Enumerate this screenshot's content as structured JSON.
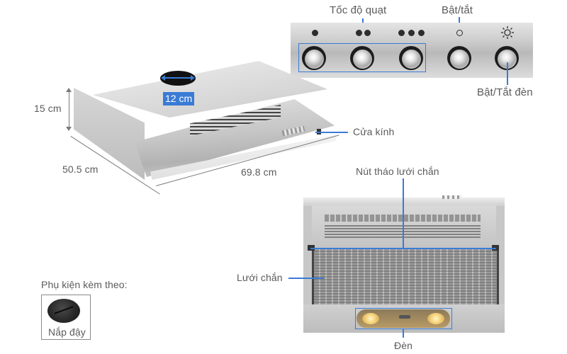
{
  "title": "Range hood dimension and parts diagram",
  "colors": {
    "callout_line": "#3a7bd5",
    "label_text": "#5b5b5b",
    "badge_bg": "#3a7bd5",
    "badge_text": "#ffffff"
  },
  "dimensions": {
    "height": "15 cm",
    "depth": "50.5 cm",
    "width": "69.8 cm",
    "outlet_diameter": "12 cm"
  },
  "control_panel": {
    "speed_label": "Tốc độ quạt",
    "power_label": "Bật/tắt",
    "light_label": "Bật/Tắt đèn",
    "buttons": [
      {
        "name": "speed-1",
        "indicator": "1 dot"
      },
      {
        "name": "speed-2",
        "indicator": "2 dots"
      },
      {
        "name": "speed-3",
        "indicator": "3 dots"
      },
      {
        "name": "power",
        "indicator": "ring-icon"
      },
      {
        "name": "light",
        "indicator": "sun-icon"
      }
    ]
  },
  "hood_callouts": {
    "glass_door": "Cửa kính"
  },
  "underside_callouts": {
    "filter_release": "Nút tháo lưới chắn",
    "filter": "Lưới chắn",
    "lamp": "Đèn"
  },
  "accessory": {
    "heading": "Phụ kiện kèm theo:",
    "item": "Nắp đậy"
  }
}
